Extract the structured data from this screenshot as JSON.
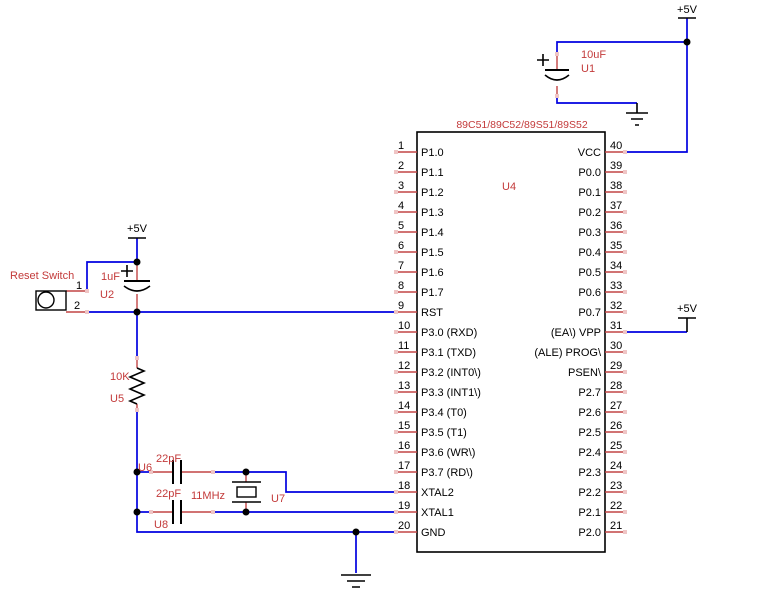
{
  "colors": {
    "background": "#FFFFFF",
    "wire": "#0000E0",
    "pin": "#C24545",
    "label": "#C33A3A",
    "text": "#000000",
    "pin_end": "#EFC5C5"
  },
  "chip": {
    "title": "89C51/89C52/89S51/89S52",
    "ref": "U4",
    "left_pins": [
      {
        "num": "1",
        "name": "P1.0"
      },
      {
        "num": "2",
        "name": "P1.1"
      },
      {
        "num": "3",
        "name": "P1.2"
      },
      {
        "num": "4",
        "name": "P1.3"
      },
      {
        "num": "5",
        "name": "P1.4"
      },
      {
        "num": "6",
        "name": "P1.5"
      },
      {
        "num": "7",
        "name": "P1.6"
      },
      {
        "num": "8",
        "name": "P1.7"
      },
      {
        "num": "9",
        "name": "RST"
      },
      {
        "num": "10",
        "name": "P3.0 (RXD)"
      },
      {
        "num": "11",
        "name": "P3.1 (TXD)"
      },
      {
        "num": "12",
        "name": "P3.2 (INT0\\)"
      },
      {
        "num": "13",
        "name": "P3.3 (INT1\\)"
      },
      {
        "num": "14",
        "name": "P3.4 (T0)"
      },
      {
        "num": "15",
        "name": "P3.5 (T1)"
      },
      {
        "num": "16",
        "name": "P3.6 (WR\\)"
      },
      {
        "num": "17",
        "name": "P3.7 (RD\\)"
      },
      {
        "num": "18",
        "name": "XTAL2"
      },
      {
        "num": "19",
        "name": "XTAL1"
      },
      {
        "num": "20",
        "name": "GND"
      }
    ],
    "right_pins": [
      {
        "num": "40",
        "name": "VCC"
      },
      {
        "num": "39",
        "name": "P0.0"
      },
      {
        "num": "38",
        "name": "P0.1"
      },
      {
        "num": "37",
        "name": "P0.2"
      },
      {
        "num": "36",
        "name": "P0.3"
      },
      {
        "num": "35",
        "name": "P0.4"
      },
      {
        "num": "34",
        "name": "P0.5"
      },
      {
        "num": "33",
        "name": "P0.6"
      },
      {
        "num": "32",
        "name": "P0.7"
      },
      {
        "num": "31",
        "name": "(EA\\) VPP"
      },
      {
        "num": "30",
        "name": "(ALE) PROG\\"
      },
      {
        "num": "29",
        "name": "PSEN\\"
      },
      {
        "num": "28",
        "name": "P2.7"
      },
      {
        "num": "27",
        "name": "P2.6"
      },
      {
        "num": "26",
        "name": "P2.5"
      },
      {
        "num": "25",
        "name": "P2.4"
      },
      {
        "num": "24",
        "name": "P2.3"
      },
      {
        "num": "23",
        "name": "P2.2"
      },
      {
        "num": "22",
        "name": "P2.1"
      },
      {
        "num": "21",
        "name": "P2.0"
      }
    ]
  },
  "components": {
    "reset_switch": {
      "label": "Reset Switch",
      "pin1": "1",
      "pin2": "2"
    },
    "c_reset": {
      "value": "1uF",
      "ref": "U2",
      "polarity": "+"
    },
    "r_pulldown": {
      "value": "10K",
      "ref": "U5"
    },
    "c_xtal_top": {
      "value": "22pF",
      "ref": "U6"
    },
    "c_xtal_bottom": {
      "value": "22pF",
      "ref": "U8"
    },
    "crystal": {
      "value": "11MHz",
      "ref": "U7"
    },
    "c_filter": {
      "value": "10uF",
      "ref": "U1",
      "polarity": "+"
    }
  },
  "power": {
    "vcc_reset": "+5V",
    "vcc_main": "+5V",
    "vcc_ea": "+5V"
  }
}
